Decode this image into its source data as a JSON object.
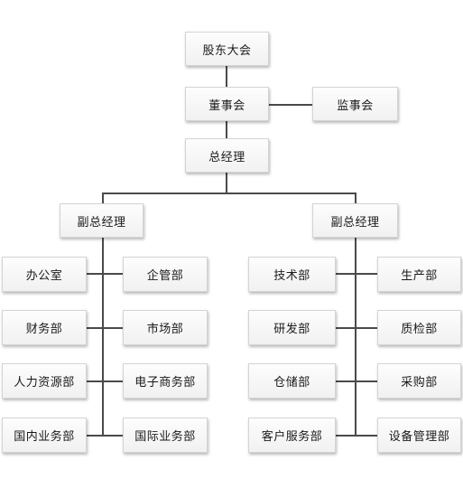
{
  "org_chart": {
    "shareholders_meeting": "股东大会",
    "board_of_directors": "董事会",
    "board_of_supervisors": "监事会",
    "general_manager": "总经理",
    "left_branch": {
      "deputy_general_manager": "副总经理",
      "departments_left_column": [
        "办公室",
        "财务部",
        "人力资源部",
        "国内业务部"
      ],
      "departments_right_column": [
        "企管部",
        "市场部",
        "电子商务部",
        "国际业务部"
      ]
    },
    "right_branch": {
      "deputy_general_manager": "副总经理",
      "departments_left_column": [
        "技术部",
        "研发部",
        "仓储部",
        "客户服务部"
      ],
      "departments_right_column": [
        "生产部",
        "质检部",
        "采购部",
        "设备管理部"
      ]
    }
  }
}
